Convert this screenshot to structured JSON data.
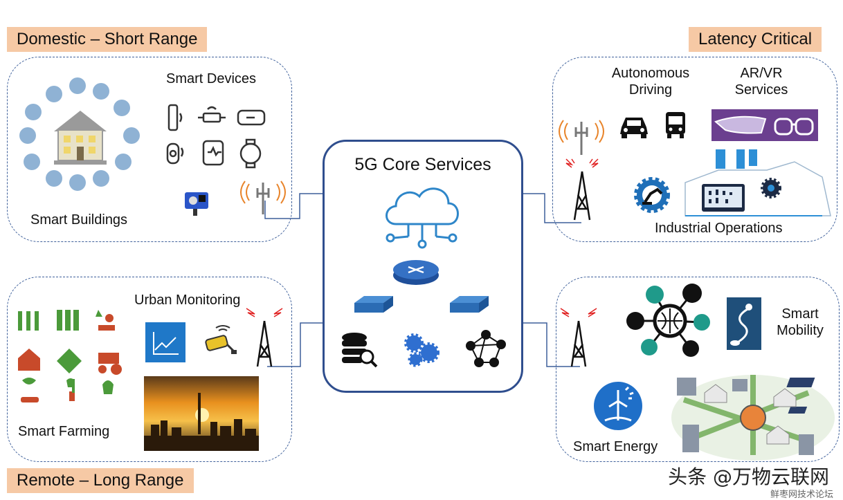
{
  "tags": {
    "top_left": "Domestic – Short Range",
    "top_right": "Latency Critical",
    "bottom_left": "Remote – Long Range"
  },
  "core": {
    "title": "5G Core Services"
  },
  "top_left": {
    "devices_title": "Smart Devices",
    "buildings_label": "Smart Buildings"
  },
  "top_right": {
    "driving": "Autonomous\nDriving",
    "arvr": "AR/VR\nServices",
    "industrial": "Industrial Operations"
  },
  "bottom_left": {
    "urban": "Urban Monitoring",
    "farming": "Smart Farming"
  },
  "bottom_right": {
    "mobility": "Smart\nMobility",
    "energy": "Smart Energy"
  },
  "watermark": {
    "text": "头条 @万物云联网",
    "sub": "鲜枣网技术论坛"
  },
  "colors": {
    "tag": "#f6c9a5",
    "border": "#3d5f9a",
    "core_border": "#2f4e8e",
    "icon_blue": "#5b8fc4",
    "cloud": "#2e86c9"
  }
}
